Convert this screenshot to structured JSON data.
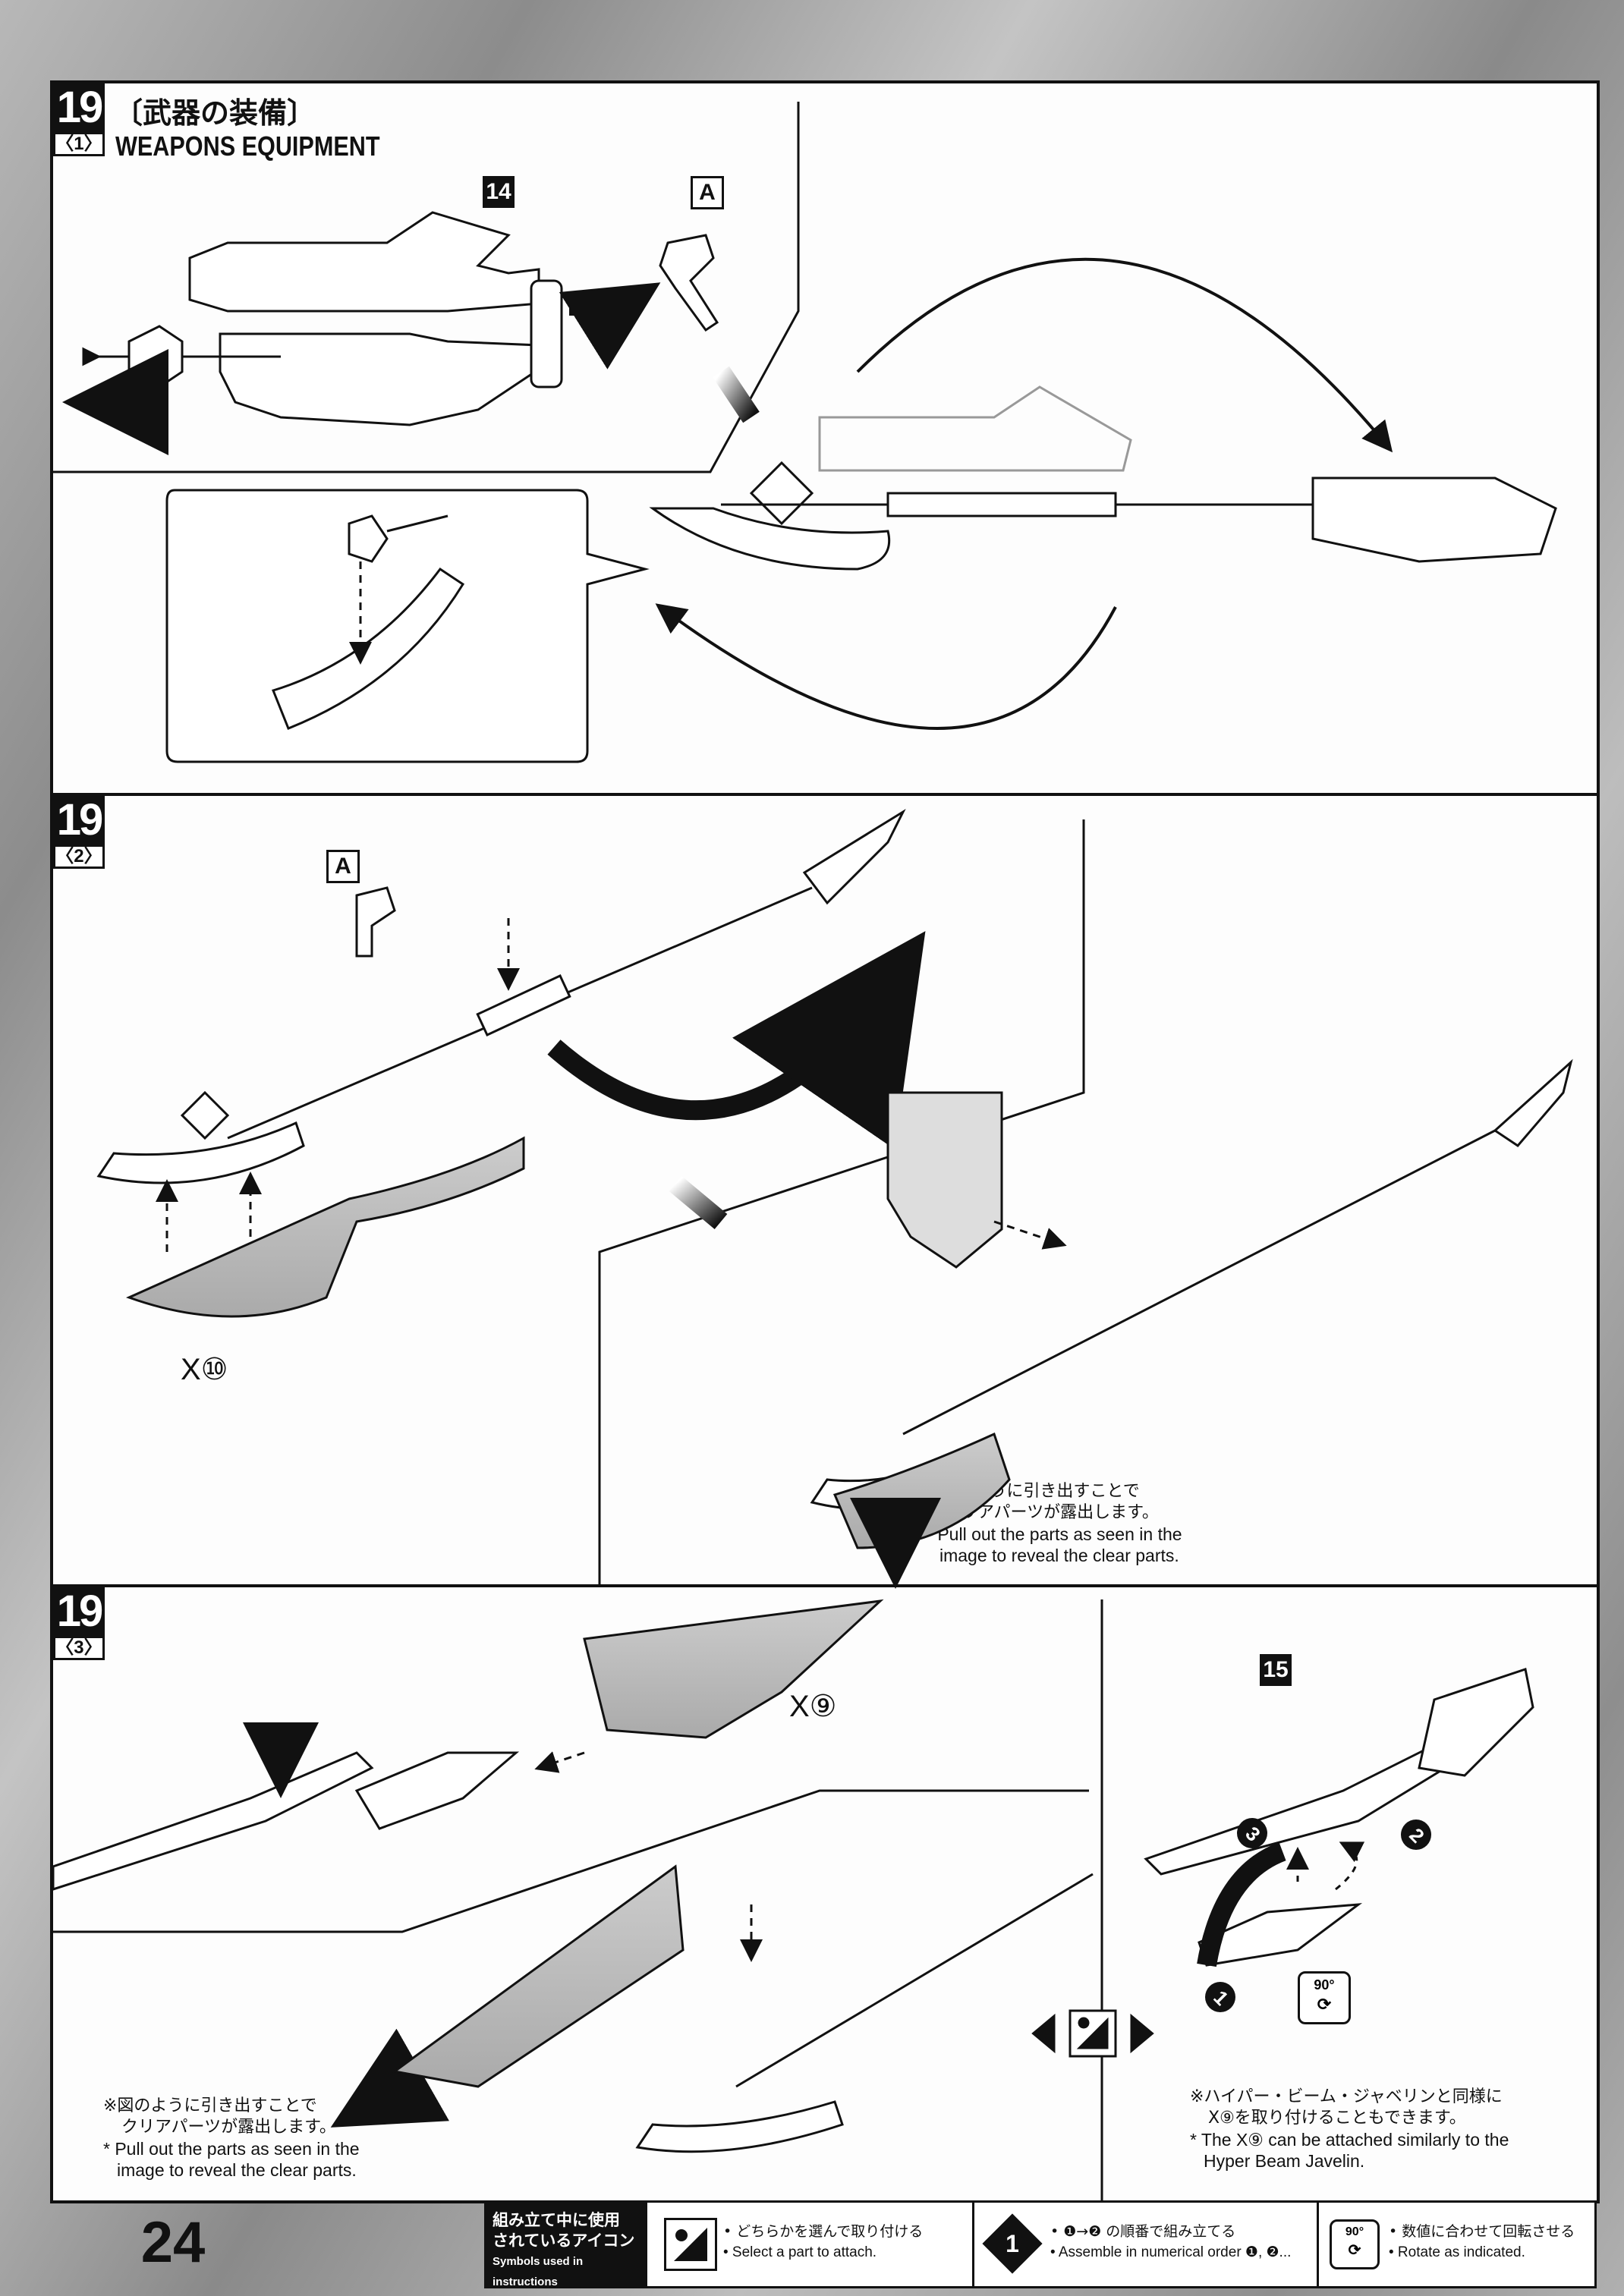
{
  "page_number": "24",
  "step": {
    "number": "19",
    "title_jp": "〔武器の装備〕",
    "title_en": "WEAPONS EQUIPMENT"
  },
  "sub_steps": [
    {
      "label": "〈1〉",
      "parts": [
        "14",
        "A"
      ]
    },
    {
      "label": "〈2〉",
      "parts": [
        "A"
      ],
      "quantity": "X⑩"
    },
    {
      "label": "〈3〉",
      "parts": [
        "15"
      ],
      "quantity": "X⑨"
    }
  ],
  "notes": {
    "pull_out_jp_1": "※図のように引き出すことで",
    "pull_out_jp_2": "クリアパーツが露出します。",
    "pull_out_en_1": "* Pull out the parts as seen in the",
    "pull_out_en_2": "image to reveal the clear parts.",
    "javelin_jp_1": "※ハイパー・ビーム・ジャベリンと同様に",
    "javelin_jp_2": "X⑨を取り付けることもできます。",
    "javelin_en_1": "* The  X⑨  can be attached similarly to the",
    "javelin_en_2": "Hyper Beam Javelin."
  },
  "order_badges": [
    "1",
    "2",
    "3"
  ],
  "rotate_badge": "90°",
  "legend": {
    "title_jp_1": "組み立て中に使用",
    "title_jp_2": "されているアイコン",
    "title_en": "Symbols used in instructions",
    "items": [
      {
        "icon": "select-part-icon",
        "jp": "• どちらかを選んで取り付ける",
        "en": "• Select a part to attach."
      },
      {
        "icon": "numerical-order-icon",
        "badge": "1",
        "jp": "• ❶→❷ の順番で組み立てる",
        "en": "• Assemble in numerical order ❶, ❷..."
      },
      {
        "icon": "rotate-icon",
        "badge": "90°",
        "jp": "• 数値に合わせて回転させる",
        "en": "• Rotate as indicated."
      }
    ]
  }
}
